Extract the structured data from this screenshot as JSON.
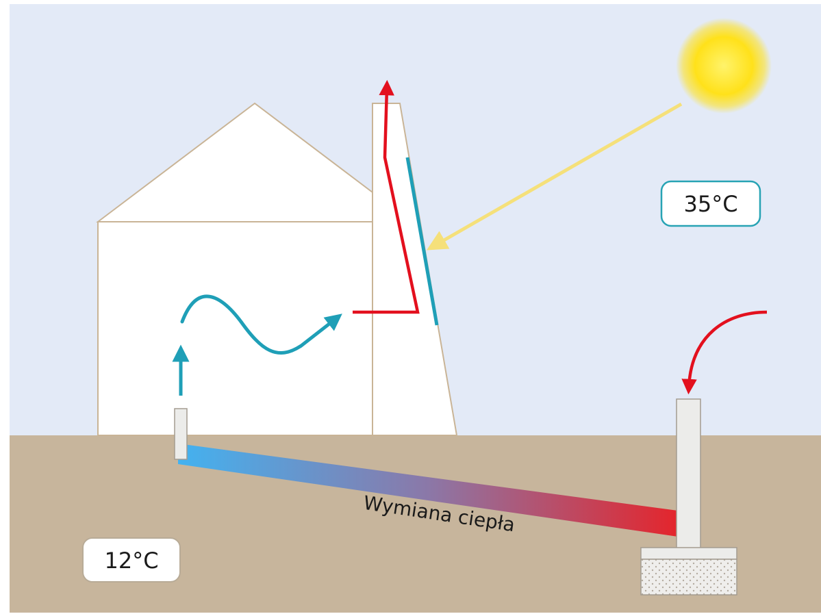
{
  "diagram": {
    "outdoor_temperature": "35°C",
    "ground_temperature": "12°C",
    "pipe_label": "Wymiana ciepła"
  },
  "colors": {
    "sky": "#e3eaf7",
    "ground": "#c7b59c",
    "wall_fill": "#ffffff",
    "wall_stroke": "#c9b496",
    "warm_air": "#e3101e",
    "cool_air": "#1f9fb7",
    "sun": "#ffe11a",
    "sun_ray": "#f5e07a",
    "pipe_cold": "#43b2f0",
    "pipe_warm": "#e4252c",
    "temp_badge_border_sky": "#27a3b4",
    "temp_badge_border_ground": "#b8ab97"
  }
}
